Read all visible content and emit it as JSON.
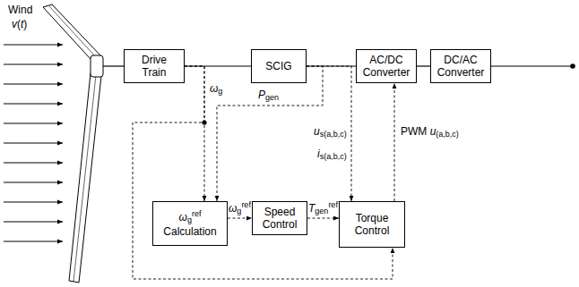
{
  "diagram": {
    "nodes": [
      {
        "text": [
          "Drive Train"
        ]
      },
      {
        "text": [
          "SCIG"
        ]
      },
      {
        "text": [
          "AC/DC Converter"
        ]
      },
      {
        "text": [
          "DC/AC Converter"
        ]
      },
      {
        "text": [
          "ωgref Calculation"
        ]
      },
      {
        "text": [
          "Speed Control"
        ]
      },
      {
        "text": [
          "Torque Control"
        ]
      }
    ],
    "edges": [
      {
        "from": 0,
        "to": 1,
        "arrow": "none"
      },
      {
        "from": 1,
        "to": 2,
        "arrow": "none"
      },
      {
        "from": 2,
        "to": 3,
        "arrow": "none"
      },
      {
        "from": 0,
        "to": 4,
        "label": "ωg",
        "arrow": "to"
      },
      {
        "from": 0,
        "to": 6,
        "arrow": "to"
      },
      {
        "from": 1,
        "to": 4,
        "label": "Pgen",
        "arrow": "to"
      },
      {
        "from": 4,
        "to": 5,
        "label": "ωgref",
        "arrow": "to"
      },
      {
        "from": 5,
        "to": 6,
        "label": "Tgenref",
        "arrow": "to"
      },
      {
        "from": 6,
        "to": 2,
        "label": "PWM u(a,b,c)",
        "arrow": "to"
      },
      {
        "from": 1,
        "to": 6,
        "arrow": "to"
      }
    ],
    "labels": [
      "Wind",
      "v(t)",
      "us(a,b,c)",
      "is(a,b,c)"
    ]
  }
}
